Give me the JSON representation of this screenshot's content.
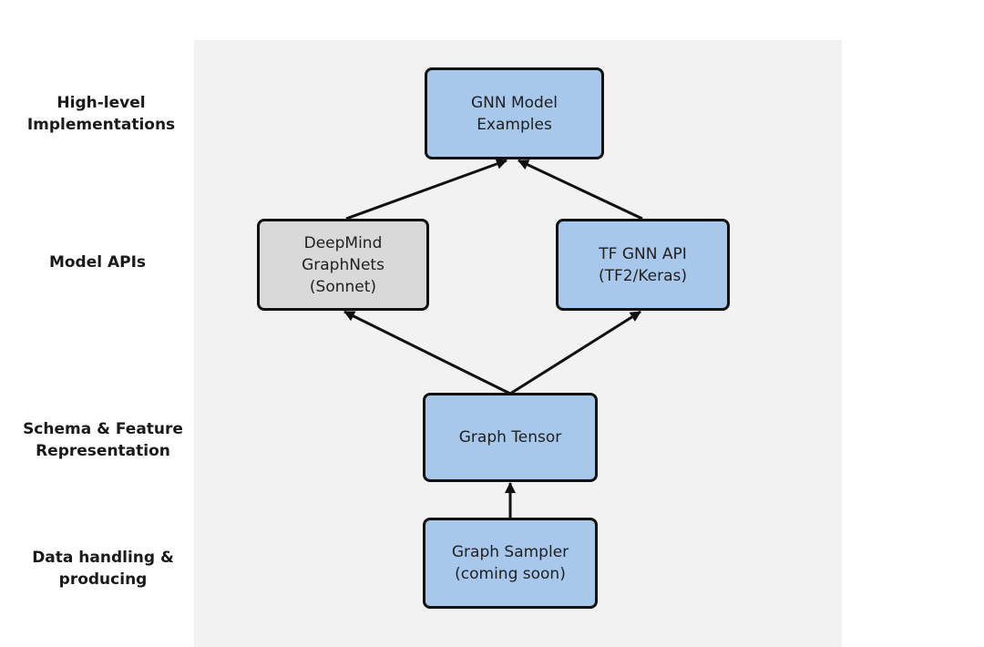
{
  "colors": {
    "panel_background": "#f2f2f2",
    "node_blue": "#a8c8eb",
    "node_gray": "#d9d9d9",
    "border": "#111111"
  },
  "layers": {
    "high_level": "High-level\nImplementations",
    "model_apis": "Model APIs",
    "schema": "Schema & Feature\nRepresentation",
    "data_handling": "Data handling &\nproducing"
  },
  "nodes": {
    "gnn_examples": "GNN Model\nExamples",
    "deepmind": "DeepMind\nGraphNets\n(Sonnet)",
    "tf_gnn_api": "TF GNN API\n(TF2/Keras)",
    "graph_tensor": "Graph Tensor",
    "graph_sampler": "Graph Sampler\n(coming soon)"
  },
  "edges": [
    {
      "from": "deepmind",
      "to": "gnn_examples"
    },
    {
      "from": "tf_gnn_api",
      "to": "gnn_examples"
    },
    {
      "from": "graph_tensor",
      "to": "deepmind"
    },
    {
      "from": "graph_tensor",
      "to": "tf_gnn_api"
    },
    {
      "from": "graph_sampler",
      "to": "graph_tensor"
    }
  ]
}
